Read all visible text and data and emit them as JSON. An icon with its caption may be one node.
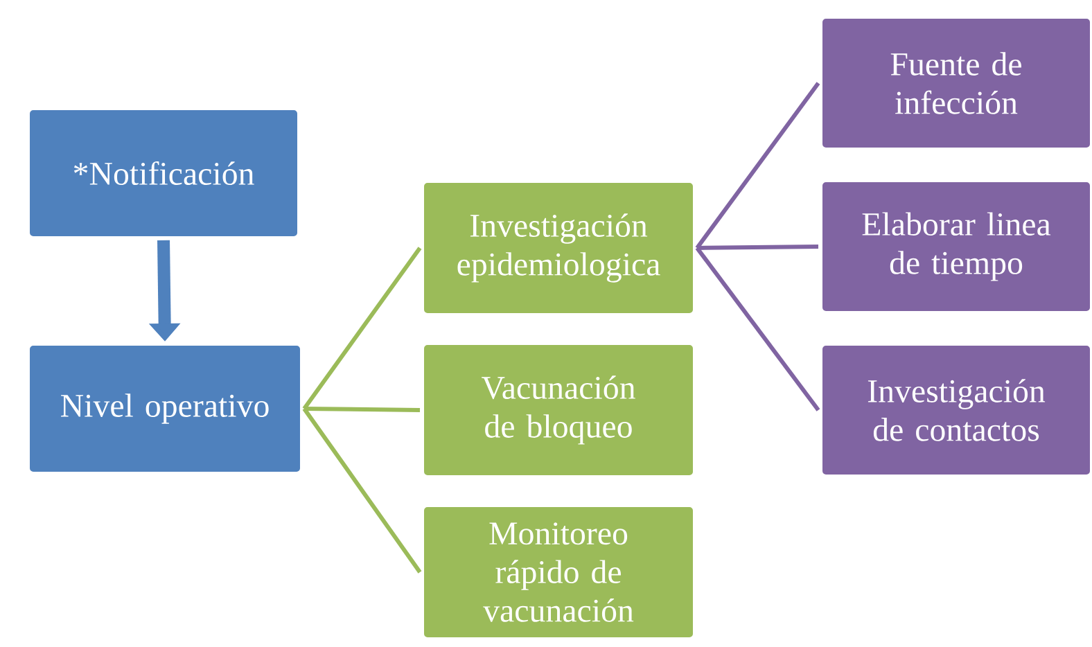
{
  "diagram": {
    "nodes": [
      {
        "text": [
          "*Notificación"
        ]
      },
      {
        "text": [
          "Nivel operativo"
        ]
      },
      {
        "text": [
          "Investigación epidemiologica"
        ]
      },
      {
        "text": [
          "Vacunación de bloqueo"
        ]
      },
      {
        "text": [
          "Monitoreo rápido de vacunación"
        ]
      },
      {
        "text": [
          "Fuente de infección"
        ]
      },
      {
        "text": [
          "Elaborar linea de tiempo"
        ]
      },
      {
        "text": [
          "Investigación de contactos"
        ]
      }
    ],
    "edges": [
      {
        "from": 0,
        "to": 1,
        "arrow": "to",
        "style": "thick",
        "color": "#4f81bd"
      },
      {
        "from": 1,
        "to": 2,
        "arrow": "none",
        "color": "#9bbb59"
      },
      {
        "from": 1,
        "to": 3,
        "arrow": "none",
        "color": "#9bbb59"
      },
      {
        "from": 1,
        "to": 4,
        "arrow": "none",
        "color": "#9bbb59"
      },
      {
        "from": 2,
        "to": 5,
        "arrow": "none",
        "color": "#8064a2"
      },
      {
        "from": 2,
        "to": 6,
        "arrow": "none",
        "color": "#8064a2"
      },
      {
        "from": 2,
        "to": 7,
        "arrow": "none",
        "color": "#8064a2"
      }
    ]
  }
}
